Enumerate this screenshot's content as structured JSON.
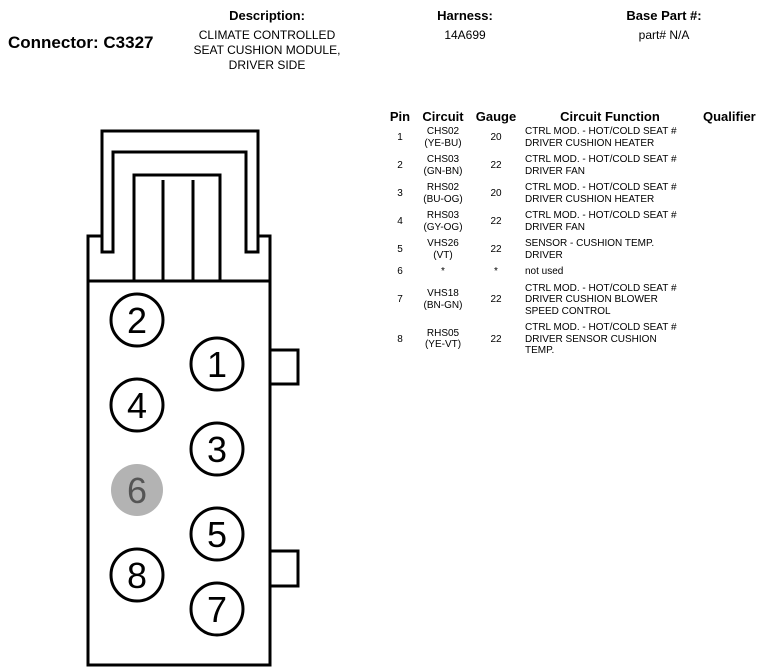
{
  "connector": {
    "title": "Connector: C3327"
  },
  "description": {
    "label": "Description:",
    "lines": [
      "CLIMATE CONTROLLED",
      "SEAT CUSHION MODULE,",
      "DRIVER SIDE"
    ]
  },
  "harness": {
    "label": "Harness:",
    "value": "14A699"
  },
  "base_part": {
    "label": "Base Part #:",
    "value": "part# N/A"
  },
  "table": {
    "headers": [
      "Pin",
      "Circuit",
      "Gauge",
      "Circuit Function",
      "Qualifier"
    ],
    "rows": [
      {
        "pin": "1",
        "circuit": [
          "CHS02",
          "(YE-BU)"
        ],
        "gauge": "20",
        "function": [
          "CTRL MOD. - HOT/COLD SEAT #",
          "DRIVER CUSHION HEATER"
        ],
        "qualifier": ""
      },
      {
        "pin": "2",
        "circuit": [
          "CHS03",
          "(GN-BN)"
        ],
        "gauge": "22",
        "function": [
          "CTRL MOD. - HOT/COLD SEAT #",
          "DRIVER FAN"
        ],
        "qualifier": ""
      },
      {
        "pin": "3",
        "circuit": [
          "RHS02",
          "(BU-OG)"
        ],
        "gauge": "20",
        "function": [
          "CTRL MOD. - HOT/COLD SEAT #",
          "DRIVER CUSHION HEATER"
        ],
        "qualifier": ""
      },
      {
        "pin": "4",
        "circuit": [
          "RHS03",
          "(GY-OG)"
        ],
        "gauge": "22",
        "function": [
          "CTRL MOD. - HOT/COLD SEAT #",
          "DRIVER FAN"
        ],
        "qualifier": ""
      },
      {
        "pin": "5",
        "circuit": [
          "VHS26",
          "(VT)"
        ],
        "gauge": "22",
        "function": [
          "SENSOR - CUSHION TEMP.",
          "DRIVER"
        ],
        "qualifier": ""
      },
      {
        "pin": "6",
        "circuit": [
          "*"
        ],
        "gauge": "*",
        "function": [
          "not used"
        ],
        "qualifier": ""
      },
      {
        "pin": "7",
        "circuit": [
          "VHS18",
          "(BN-GN)"
        ],
        "gauge": "22",
        "function": [
          "CTRL MOD. - HOT/COLD SEAT #",
          "DRIVER CUSHION BLOWER",
          "SPEED CONTROL"
        ],
        "qualifier": ""
      },
      {
        "pin": "8",
        "circuit": [
          "RHS05",
          "(YE-VT)"
        ],
        "gauge": "22",
        "function": [
          "CTRL MOD. - HOT/COLD SEAT #",
          "DRIVER SENSOR CUSHION",
          "TEMP."
        ],
        "qualifier": ""
      }
    ]
  },
  "diagram": {
    "pins": [
      {
        "label": "2",
        "used": true
      },
      {
        "label": "1",
        "used": true
      },
      {
        "label": "4",
        "used": true
      },
      {
        "label": "3",
        "used": true
      },
      {
        "label": "6",
        "used": false
      },
      {
        "label": "5",
        "used": true
      },
      {
        "label": "8",
        "used": true
      },
      {
        "label": "7",
        "used": true
      }
    ],
    "unused_pin_color": "#b3b3b3"
  }
}
